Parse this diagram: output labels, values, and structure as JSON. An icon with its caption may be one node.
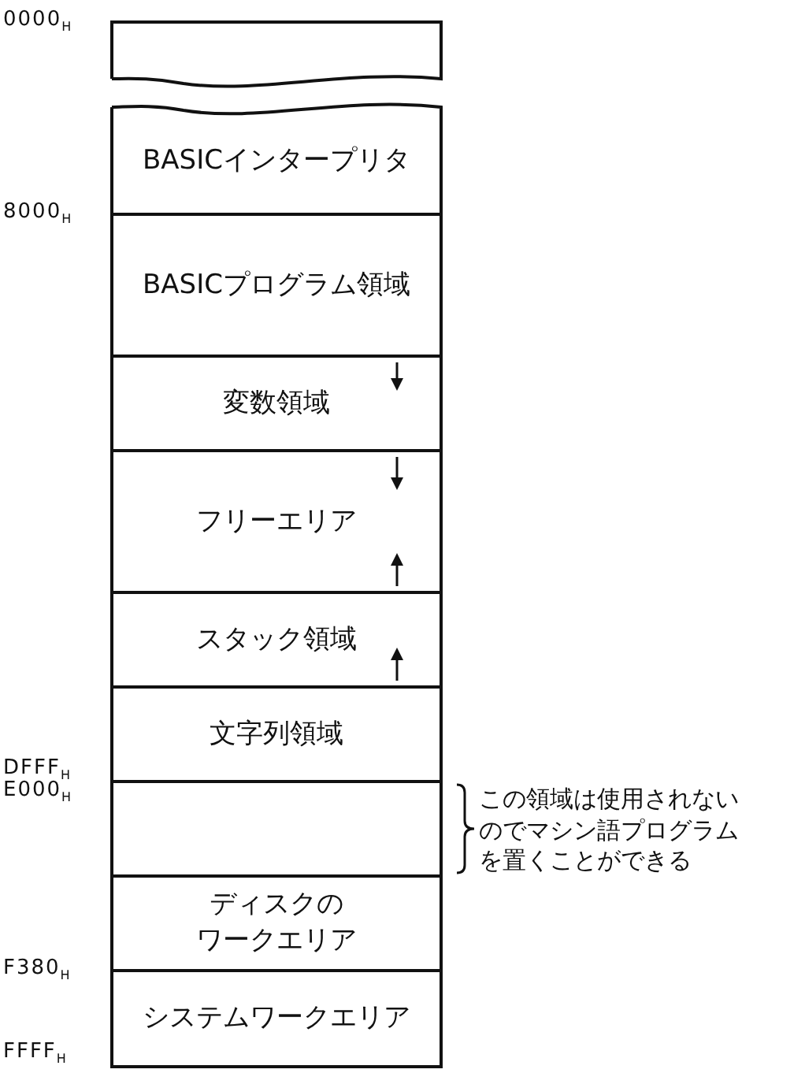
{
  "diagram": {
    "nodes": [
      {
        "text": [],
        "shape": "box"
      },
      {
        "text": [
          "BASICインタープリタ"
        ]
      },
      {
        "text": [
          "BASICプログラム領域"
        ]
      },
      {
        "text": [
          "変数領域"
        ]
      },
      {
        "text": [
          "フリーエリア"
        ]
      },
      {
        "text": [
          "スタック領域"
        ]
      },
      {
        "text": [
          "文字列領域"
        ]
      },
      {
        "text": [],
        "shape": "box",
        "beside": [
          "この領域は使用されないのでマシン語プログラムを置くことができる"
        ]
      },
      {
        "text": [
          "ディスクのワークエリア"
        ]
      },
      {
        "text": [
          "システムワークエリア"
        ]
      }
    ],
    "labels": [
      "0000$_{H}$",
      "8000$_{H}$",
      "DFFF$_{H}$",
      "E000$_{H}$",
      "F380$_{H}$",
      "FFFF$_{H}$"
    ]
  }
}
